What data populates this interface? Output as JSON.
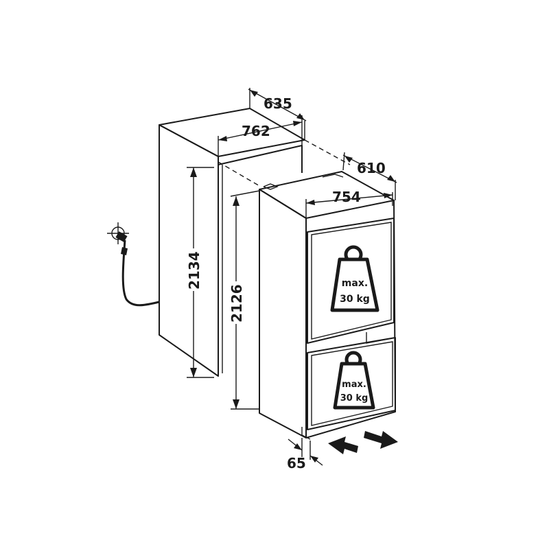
{
  "dimensions": {
    "niche_depth": "635",
    "niche_width": "762",
    "niche_height": "2134",
    "appliance_depth": "610",
    "appliance_width": "754",
    "appliance_height": "2126",
    "door_offset": "65"
  },
  "weight_labels": {
    "upper_max": "max.",
    "upper_load": "30 kg",
    "lower_max": "max.",
    "lower_load": "30 kg"
  },
  "icons": [
    "weight-icon",
    "water-tap-icon",
    "arrow-in-icon",
    "arrow-out-icon"
  ],
  "colors": {
    "ink": "#1a1a1a",
    "background": "#ffffff"
  }
}
